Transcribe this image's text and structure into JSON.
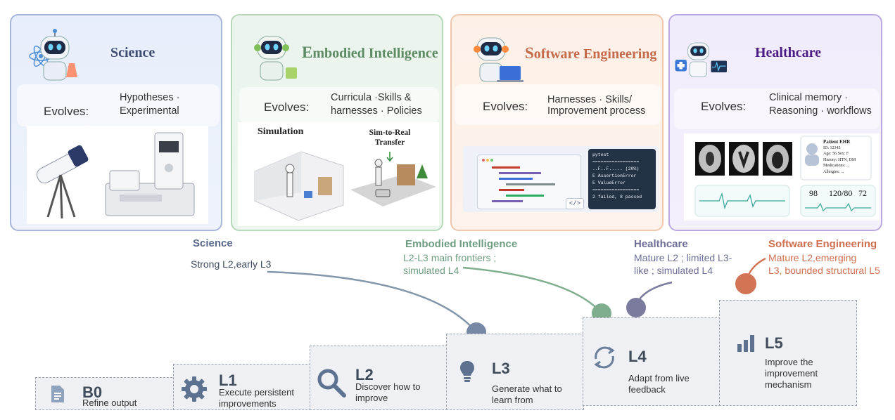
{
  "panels": [
    {
      "title_cap": "",
      "title_rest": "Science",
      "evolves_label": "Evolves:",
      "evolves_text": "Hypotheses ·\nExperimental"
    },
    {
      "title_cap": "E",
      "title_rest": "mbodied Intelligence",
      "evolves_label": "Evolves:",
      "evolves_text": "Curricula ·Skills &\nharnesses · Policies",
      "sim_label": "Simulation",
      "sim2real_label": "Sim-to-Real\nTransfer"
    },
    {
      "title_cap": "S",
      "title_rest": "oftware Engineering",
      "evolves_label": "Evolves:",
      "evolves_text": "Harnesses · Skills/\nImprovement process",
      "terminal": {
        "line1": "pytest",
        "line2": "=================",
        "line3": "..F..F.....        (20%)",
        "line4": "E  AssertionError",
        "line5": "E  ValueError",
        "line6": "=================",
        "line7": "2 failed, 8 passed"
      },
      "code_tag": "</>"
    },
    {
      "title_cap": "",
      "title_rest": "Healthcare",
      "evolves_label": "Evolves:",
      "evolves_text": "Clinical memory ·\nReasoning · workflows",
      "ehr": {
        "title": "Patient EHR",
        "id": "ID: 12345",
        "age": "Age: 56    Sex: F",
        "history": "History: HTN, DM",
        "medications": "Medications: ...",
        "allergies": "Allergies: ..."
      },
      "vitals": {
        "hr": "98",
        "bp": "120/80",
        "other": "72"
      }
    }
  ],
  "domains": [
    {
      "name": "Science",
      "desc": "Strong L2,early L3",
      "color": "#5a6a8a"
    },
    {
      "name": "Embodied Intelligence",
      "desc": "L2-L3 main frontiers ;\nsimulated L4",
      "color": "#6e9e82"
    },
    {
      "name": "Healthcare",
      "desc": "Mature L2 ; limited L3-\nlike ; simulated L4",
      "color": "#6d6e97"
    },
    {
      "name": "Software Engineering",
      "desc": "Mature L2,emerging\nL3, bounded structural L5",
      "color": "#cf6f4f"
    }
  ],
  "steps": [
    {
      "level": "B0",
      "desc": "Refine output",
      "icon": "document-icon"
    },
    {
      "level": "L1",
      "desc": "Execute persistent\nimprovements",
      "icon": "gear-icon"
    },
    {
      "level": "L2",
      "desc": "Discover how to\nimprove",
      "icon": "search-icon"
    },
    {
      "level": "L3",
      "desc": "Generate what to\nlearn from",
      "icon": "lightbulb-icon"
    },
    {
      "level": "L4",
      "desc": "Adapt from live\nfeedback",
      "icon": "refresh-icon"
    },
    {
      "level": "L5",
      "desc": "Improve the\nimprovement\nmechanism",
      "icon": "bar-chart-icon"
    }
  ],
  "colors": {
    "science": "#8ea0cc",
    "embodied": "#a9cfae",
    "software": "#f0c3a6",
    "health": "#b9a6e0",
    "dot_science": "#7787a6",
    "dot_embodied": "#7fae8f",
    "dot_health": "#7a7b9d",
    "dot_software": "#d27556"
  }
}
